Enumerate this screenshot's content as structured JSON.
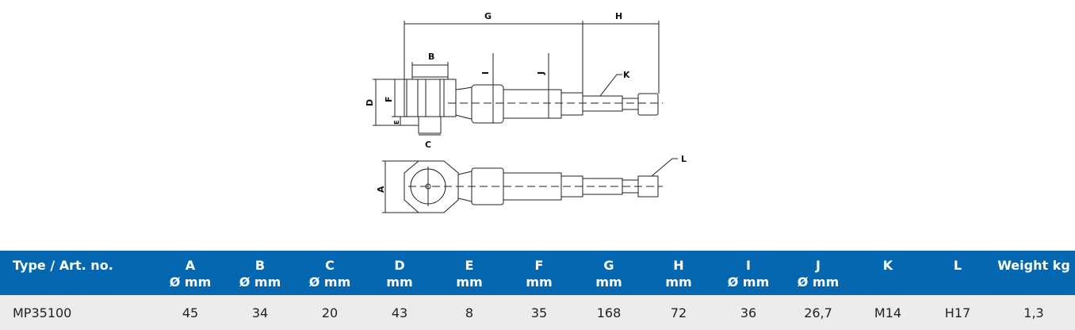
{
  "drawing": {
    "labels": {
      "A": "A",
      "B": "B",
      "C": "C",
      "D": "D",
      "E": "E",
      "F": "F",
      "G": "G",
      "H": "H",
      "I": "I",
      "J": "J",
      "K": "K",
      "L": "L"
    }
  },
  "table": {
    "header_bg": "#0567b0",
    "row_bg": "#ececec",
    "columns": [
      {
        "label": "Type / Art. no.",
        "unit": ""
      },
      {
        "label": "A",
        "unit": "Ø mm"
      },
      {
        "label": "B",
        "unit": "Ø mm"
      },
      {
        "label": "C",
        "unit": "Ø mm"
      },
      {
        "label": "D",
        "unit": "mm"
      },
      {
        "label": "E",
        "unit": "mm"
      },
      {
        "label": "F",
        "unit": "mm"
      },
      {
        "label": "G",
        "unit": "mm"
      },
      {
        "label": "H",
        "unit": "mm"
      },
      {
        "label": "I",
        "unit": "Ø mm"
      },
      {
        "label": "J",
        "unit": "Ø mm"
      },
      {
        "label": "K",
        "unit": ""
      },
      {
        "label": "L",
        "unit": ""
      },
      {
        "label": "Weight kg",
        "unit": ""
      }
    ],
    "rows": [
      [
        "MP35100",
        "45",
        "34",
        "20",
        "43",
        "8",
        "35",
        "168",
        "72",
        "36",
        "26,7",
        "M14",
        "H17",
        "1,3"
      ]
    ]
  }
}
